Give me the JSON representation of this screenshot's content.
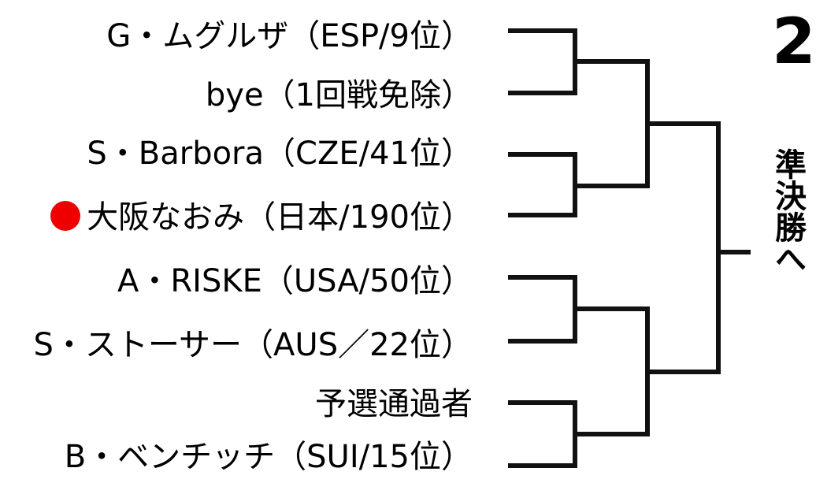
{
  "entries": [
    {
      "name": "G・ムグルザ（ESP/9位）"
    },
    {
      "name": "bye（1回戦免除）"
    },
    {
      "name": "S・Barbora（CZE/41位）"
    },
    {
      "name": "大阪なおみ（日本/190位）",
      "highlighted": true
    },
    {
      "name": "A・RISKE（USA/50位）"
    },
    {
      "name": "S・ストーサー（AUS／22位）"
    },
    {
      "name": "予選通過者"
    },
    {
      "name": "B・ベンチッチ（SUI/15位）"
    }
  ],
  "marker_color": "#ee0000",
  "bracket_line_color": "#111111",
  "corner_number": "2",
  "destination_label": "準決勝へ"
}
